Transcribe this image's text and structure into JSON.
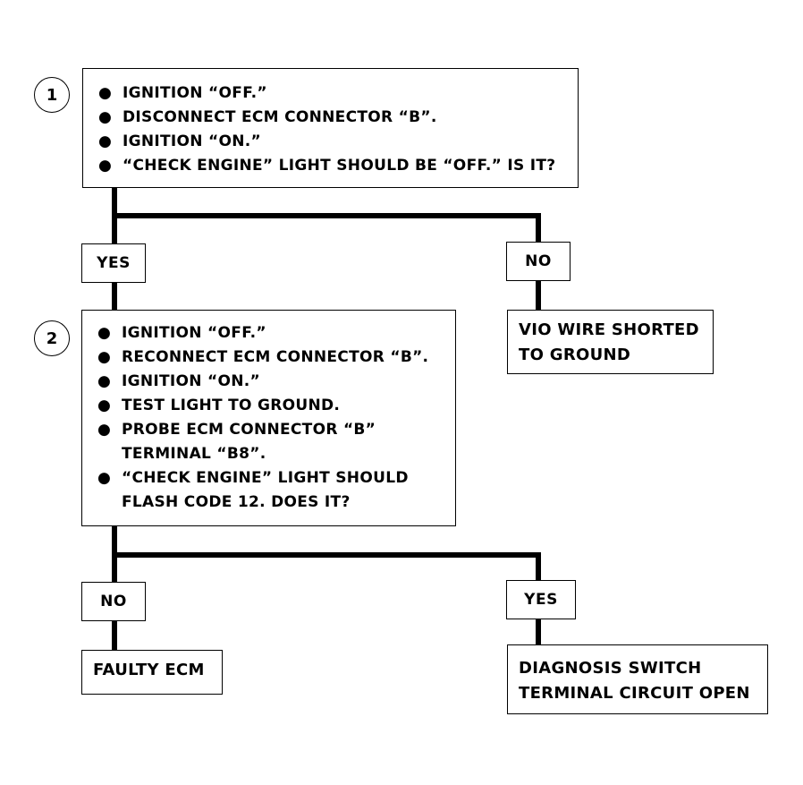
{
  "step1": {
    "number": "1",
    "items": [
      "IGNITION “OFF.”",
      "DISCONNECT ECM CONNECTOR “B”.",
      "IGNITION “ON.”",
      "“CHECK ENGINE” LIGHT SHOULD BE “OFF.”  IS IT?"
    ]
  },
  "step2": {
    "number": "2",
    "items": [
      "IGNITION “OFF.”",
      "RECONNECT ECM CONNECTOR “B”.",
      "IGNITION “ON.”",
      "TEST LIGHT TO GROUND.",
      "PROBE ECM CONNECTOR “B” TERMINAL “B8”.",
      "“CHECK ENGINE” LIGHT SHOULD FLASH CODE 12.  DOES IT?"
    ]
  },
  "branch1": {
    "yes_label": "YES",
    "no_label": "NO"
  },
  "branch2": {
    "yes_label": "YES",
    "no_label": "NO"
  },
  "results": {
    "vio_wire": [
      "VIO WIRE SHORTED",
      "TO GROUND"
    ],
    "faulty_ecm": [
      "FAULTY ECM"
    ],
    "diag_switch": [
      "DIAGNOSIS SWITCH",
      "TERMINAL CIRCUIT OPEN"
    ]
  },
  "bullet_glyph": "●"
}
